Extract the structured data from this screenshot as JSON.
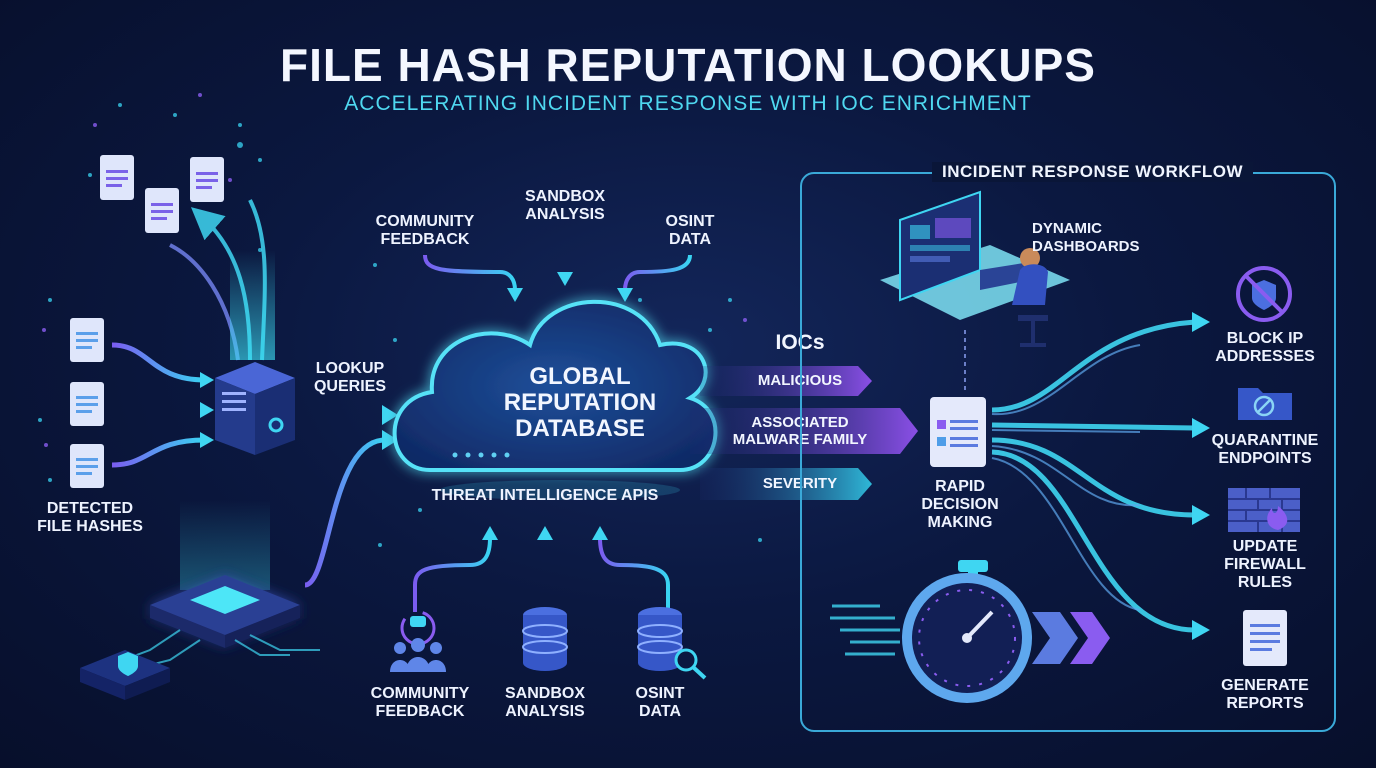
{
  "header": {
    "title": "FILE HASH REPUTATION LOOKUPS",
    "subtitle": "ACCELERATING INCIDENT RESPONSE WITH IOC ENRICHMENT"
  },
  "left": {
    "detected_label": "DETECTED\nFILE HASHES",
    "lookup_label": "LOOKUP\nQUERIES"
  },
  "center": {
    "cloud_label": "GLOBAL\nREPUTATION\nDATABASE",
    "apis_label": "THREAT INTELLIGENCE APIS",
    "top_sources": [
      "COMMUNITY\nFEEDBACK",
      "SANDBOX\nANALYSIS",
      "OSINT\nDATA"
    ],
    "bottom_sources": [
      "COMMUNITY\nFEEDBACK",
      "SANDBOX\nANALYSIS",
      "OSINT\nDATA"
    ]
  },
  "iocs": {
    "title": "IOCs",
    "items": [
      "MALICIOUS",
      "ASSOCIATED\nMALWARE FAMILY",
      "SEVERITY"
    ]
  },
  "workflow": {
    "title": "INCIDENT RESPONSE WORKFLOW",
    "dashboards_label": "DYNAMIC\nDASHBOARDS",
    "decision_label": "RAPID\nDECISION\nMAKING",
    "actions": [
      "BLOCK IP\nADDRESSES",
      "QUARANTINE\nENDPOINTS",
      "UPDATE\nFIREWALL\nRULES",
      "GENERATE\nREPORTS"
    ]
  },
  "colors": {
    "accent_cyan": "#38d6f2",
    "accent_purple": "#8a5cf0",
    "background": "#0b1840"
  }
}
